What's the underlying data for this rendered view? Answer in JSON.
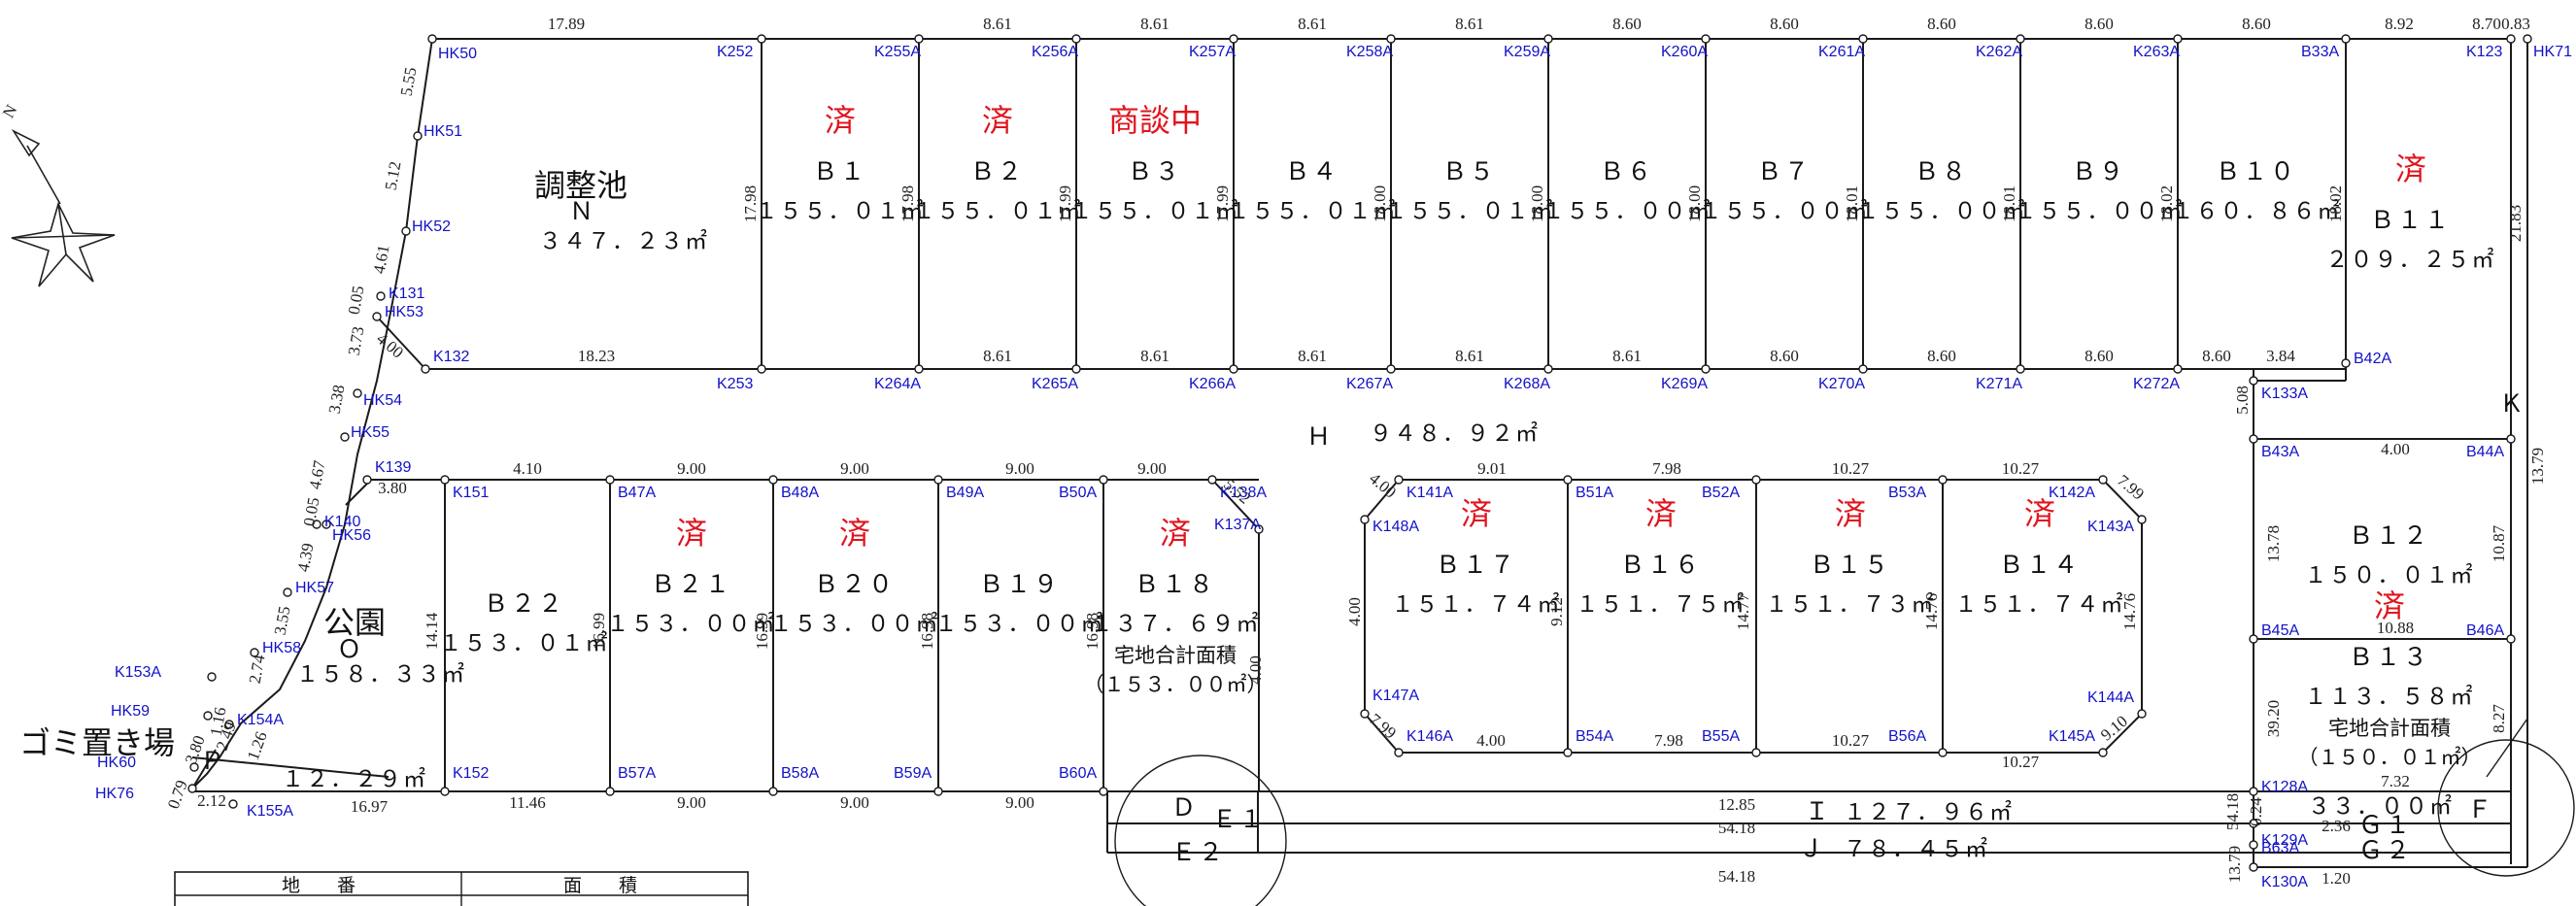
{
  "lots": [
    {
      "id": "B1",
      "name": "Ｂ１",
      "area": "１５５．０１㎡",
      "status": "済"
    },
    {
      "id": "B2",
      "name": "Ｂ２",
      "area": "１５５．０１㎡",
      "status": "済"
    },
    {
      "id": "B3",
      "name": "Ｂ３",
      "area": "１５５．０１㎡",
      "status": "商談中"
    },
    {
      "id": "B4",
      "name": "Ｂ４",
      "area": "１５５．０１㎡",
      "status": ""
    },
    {
      "id": "B5",
      "name": "Ｂ５",
      "area": "１５５．０１㎡",
      "status": ""
    },
    {
      "id": "B6",
      "name": "Ｂ６",
      "area": "１５５．００㎡",
      "status": ""
    },
    {
      "id": "B7",
      "name": "Ｂ７",
      "area": "１５５．００㎡",
      "status": ""
    },
    {
      "id": "B8",
      "name": "Ｂ８",
      "area": "１５５．００㎡",
      "status": ""
    },
    {
      "id": "B9",
      "name": "Ｂ９",
      "area": "１５５．００㎡",
      "status": ""
    },
    {
      "id": "B10",
      "name": "Ｂ１０",
      "area": "１６０．８６㎡",
      "status": ""
    },
    {
      "id": "B11",
      "name": "Ｂ１１",
      "area": "２０９．２５㎡",
      "status": "済"
    },
    {
      "id": "B12",
      "name": "Ｂ１２",
      "area": "１５０．０１㎡",
      "status": ""
    },
    {
      "id": "B13",
      "name": "Ｂ１３",
      "area": "１１３．５８㎡",
      "status": "済",
      "note1": "宅地合計面積",
      "note2": "（１５０．０１㎡）"
    },
    {
      "id": "B14",
      "name": "Ｂ１４",
      "area": "１５１．７４㎡",
      "status": "済"
    },
    {
      "id": "B15",
      "name": "Ｂ１５",
      "area": "１５１．７３㎡",
      "status": "済"
    },
    {
      "id": "B16",
      "name": "Ｂ１６",
      "area": "１５１．７５㎡",
      "status": "済"
    },
    {
      "id": "B17",
      "name": "Ｂ１７",
      "area": "１５１．７４㎡",
      "status": "済"
    },
    {
      "id": "B18",
      "name": "Ｂ１８",
      "area": "１３７．６９㎡",
      "status": "済",
      "note1": "宅地合計面積",
      "note2": "（１５３．００㎡）"
    },
    {
      "id": "B19",
      "name": "Ｂ１９",
      "area": "１５３．００㎡",
      "status": ""
    },
    {
      "id": "B20",
      "name": "Ｂ２０",
      "area": "１５３．００㎡",
      "status": "済"
    },
    {
      "id": "B21",
      "name": "Ｂ２１",
      "area": "１５３．００㎡",
      "status": "済"
    },
    {
      "id": "B22",
      "name": "Ｂ２２",
      "area": "１５３．０１㎡",
      "status": ""
    }
  ],
  "features": {
    "pond_label": "調整池",
    "pond_code": "Ｎ",
    "pond_area": "３４７．２３㎡",
    "park_label": "公園",
    "park_code": "Ｏ",
    "park_area": "１５８．３３㎡",
    "garbage_label": "ゴミ置き場",
    "garbage_code": "Ｐ",
    "garbage_area": "１２．２９㎡",
    "road_h_code": "Ｈ",
    "road_h_area": "９４８．９２㎡",
    "road_i_code": "Ｉ",
    "road_i_area": "１２７．９６㎡",
    "road_j_code": "Ｊ",
    "road_j_area": "７８．４５㎡",
    "road_k_code": "Ｋ",
    "d_code": "Ｄ",
    "e1_code": "Ｅ１",
    "e2_code": "Ｅ２",
    "f_code": "Ｆ",
    "g1_code": "Ｇ１",
    "g2_code": "Ｇ２",
    "k_area_hint": "３３．００㎡"
  },
  "table": {
    "col1": "地　　番",
    "col2": "面　　積"
  },
  "point_labels": [
    "HK50",
    "HK51",
    "HK52",
    "K131",
    "HK53",
    "K132",
    "HK54",
    "HK55",
    "HK56",
    "K139",
    "K140",
    "HK57",
    "HK58",
    "K153A",
    "HK59",
    "K154A",
    "HK60",
    "HK76",
    "K155A",
    "K252",
    "K253",
    "K255A",
    "K256A",
    "K257A",
    "K258A",
    "K259A",
    "K260A",
    "K261A",
    "K262A",
    "K263A",
    "B33A",
    "K123",
    "HK71",
    "K264A",
    "K265A",
    "K266A",
    "K267A",
    "K268A",
    "K269A",
    "K270A",
    "K271A",
    "K272A",
    "K133A",
    "B42A",
    "B43A",
    "B44A",
    "B45A",
    "B46A",
    "K128A",
    "K129A",
    "B63A",
    "K130A",
    "K151",
    "B47A",
    "B48A",
    "B49A",
    "B50A",
    "K138A",
    "K137A",
    "K152",
    "B57A",
    "B58A",
    "B59A",
    "B60A",
    "K141A",
    "B51A",
    "B52A",
    "B53A",
    "K142A",
    "K143A",
    "K148A",
    "K147A",
    "K146A",
    "B54A",
    "B55A",
    "B56A",
    "K145A",
    "K144A"
  ],
  "dims": [
    "17.89",
    "8.61",
    "8.61",
    "8.61",
    "8.61",
    "8.60",
    "8.60",
    "8.60",
    "8.60",
    "8.60",
    "8.92",
    "8.70",
    "0.83",
    "5.55",
    "5.12",
    "4.61",
    "0.05",
    "3.73",
    "4.00",
    "3.38",
    "4.67",
    "0.05",
    "4.39",
    "3.55",
    "2.74",
    "1.16",
    "2.49",
    "3.80",
    "1.26",
    "0.79",
    "2.12",
    "17.98",
    "17.98",
    "17.99",
    "17.99",
    "18.00",
    "18.00",
    "18.00",
    "18.01",
    "18.01",
    "18.02",
    "18.02",
    "21.83",
    "18.23",
    "8.61",
    "8.61",
    "8.61",
    "8.61",
    "8.61",
    "8.60",
    "8.60",
    "8.60",
    "8.60",
    "3.84",
    "5.08",
    "3.80",
    "4.10",
    "9.00",
    "9.00",
    "9.00",
    "9.00",
    "5.52",
    "4.00",
    "14.14",
    "16.99",
    "16.99",
    "16.98",
    "16.98",
    "16.97",
    "11.46",
    "9.00",
    "9.00",
    "9.00",
    "9.01",
    "7.98",
    "10.27",
    "10.27",
    "7.99",
    "4.00",
    "4.00",
    "9.12",
    "14.77",
    "14.76",
    "14.76",
    "9.10",
    "4.00",
    "7.98",
    "10.27",
    "10.27",
    "7.99",
    "4.00",
    "13.78",
    "10.87",
    "10.88",
    "13.79",
    "39.20",
    "8.27",
    "7.32",
    "12.85",
    "54.18",
    "54.18",
    "54.18",
    "0.24",
    "2.36",
    "13.79",
    "1.20",
    "13.79"
  ]
}
